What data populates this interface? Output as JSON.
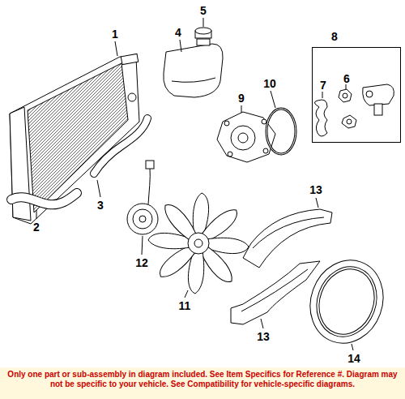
{
  "diagram": {
    "nodes": [
      {
        "text": [
          "8",
          "7",
          "6"
        ]
      }
    ],
    "labels": [
      "1",
      "2",
      "3",
      "4",
      "5",
      "9",
      "10",
      "11",
      "12",
      "13",
      "13",
      "14",
      "Only one part or sub-assembly in diagram included. See Item Specifics for Reference #. Diagram may not be specific to your vehicle. See Compatibility for vehicle-specific diagrams."
    ]
  }
}
